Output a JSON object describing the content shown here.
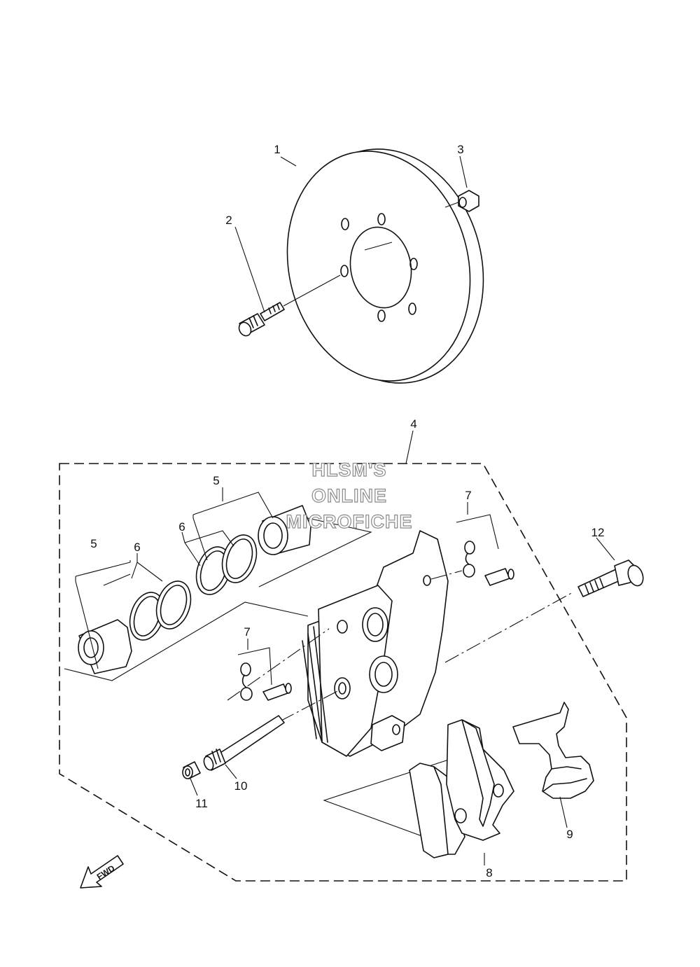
{
  "watermark": {
    "line1": "HLSM'S",
    "line2": "ONLINE",
    "line3": "MICROFICHE"
  },
  "fwd_label": "FWD",
  "callouts": {
    "c1": "1",
    "c2": "2",
    "c3": "3",
    "c4": "4",
    "c5a": "5",
    "c5b": "5",
    "c6a": "6",
    "c6b": "6",
    "c7a": "7",
    "c7b": "7",
    "c8": "8",
    "c9": "9",
    "c10": "10",
    "c11": "11",
    "c12": "12"
  }
}
